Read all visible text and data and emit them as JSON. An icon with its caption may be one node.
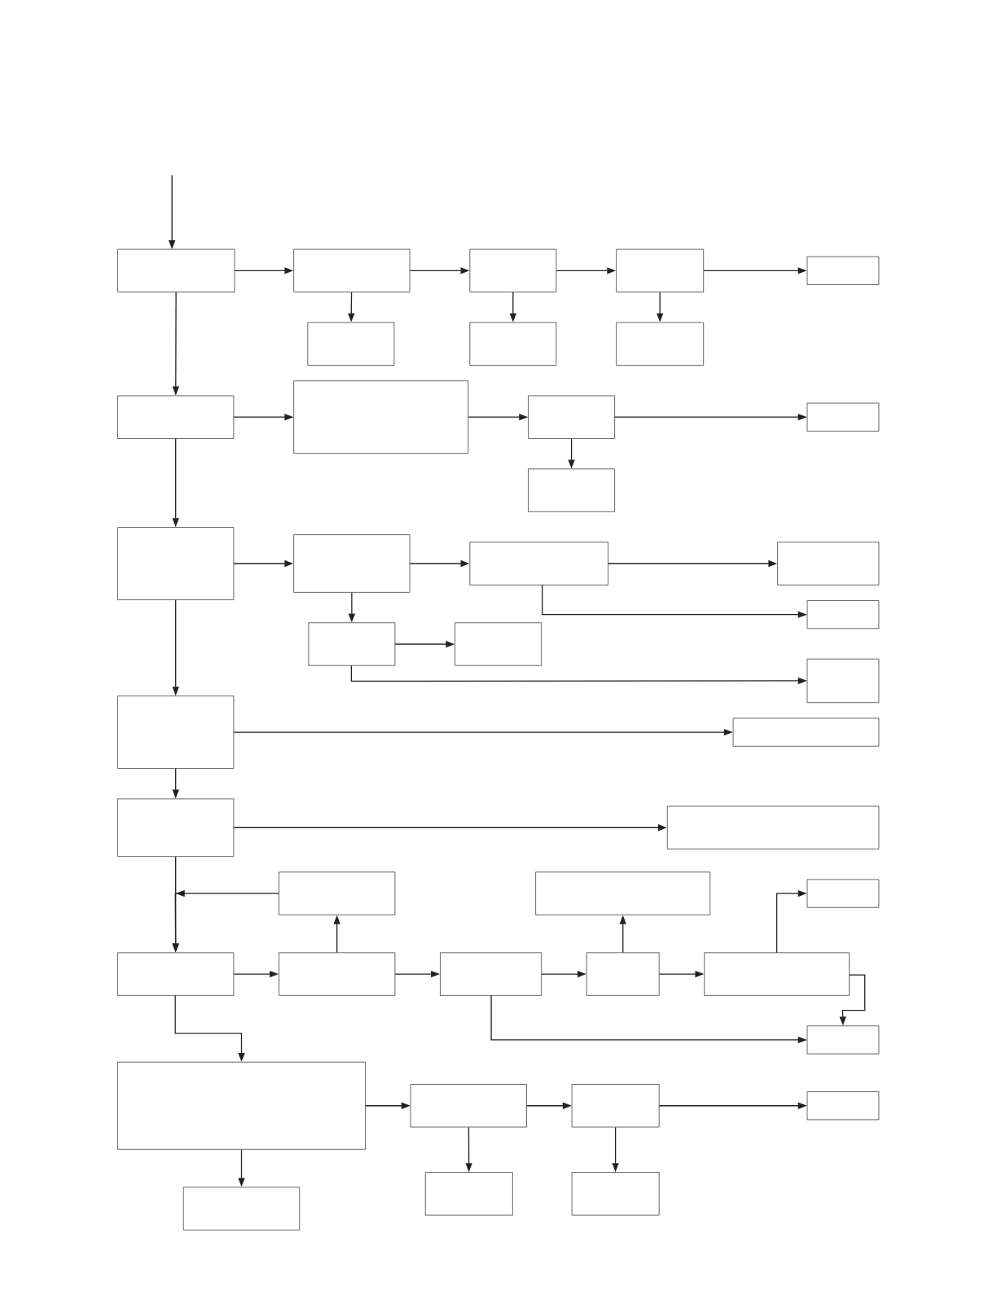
{
  "diagram": {
    "nodes": [
      {
        "text": [],
        "shape": "box"
      },
      {
        "text": [],
        "shape": "box"
      },
      {
        "text": [],
        "shape": "box"
      },
      {
        "text": [],
        "shape": "box"
      },
      {
        "text": [],
        "shape": "box"
      },
      {
        "text": [],
        "shape": "box"
      },
      {
        "text": [],
        "shape": "box"
      },
      {
        "text": [],
        "shape": "box"
      },
      {
        "text": [],
        "shape": "box"
      },
      {
        "text": [],
        "shape": "box"
      },
      {
        "text": [],
        "shape": "box"
      },
      {
        "text": [],
        "shape": "box"
      },
      {
        "text": [],
        "shape": "box"
      },
      {
        "text": [],
        "shape": "box"
      },
      {
        "text": [],
        "shape": "box"
      },
      {
        "text": [],
        "shape": "box"
      },
      {
        "text": [],
        "shape": "box"
      },
      {
        "text": [],
        "shape": "box"
      },
      {
        "text": [],
        "shape": "box"
      },
      {
        "text": [],
        "shape": "box"
      },
      {
        "text": [],
        "shape": "box"
      },
      {
        "text": [],
        "shape": "box"
      },
      {
        "text": [],
        "shape": "box"
      },
      {
        "text": [],
        "shape": "box"
      },
      {
        "text": [],
        "shape": "box"
      },
      {
        "text": [],
        "shape": "box"
      },
      {
        "text": [],
        "shape": "box"
      },
      {
        "text": [],
        "shape": "box"
      },
      {
        "text": [],
        "shape": "box"
      },
      {
        "text": [],
        "shape": "box"
      },
      {
        "text": [],
        "shape": "box"
      },
      {
        "text": [],
        "shape": "box"
      },
      {
        "text": [],
        "shape": "box"
      },
      {
        "text": [],
        "shape": "box"
      },
      {
        "text": [],
        "shape": "box"
      },
      {
        "text": [],
        "shape": "box"
      },
      {
        "text": [],
        "shape": "box"
      },
      {
        "text": [],
        "shape": "box"
      },
      {
        "text": [],
        "shape": "box"
      },
      {
        "text": [],
        "shape": "box"
      },
      {
        "text": [],
        "shape": "box"
      }
    ],
    "edges": [
      {
        "from": null,
        "to": 0,
        "arrow": "to"
      },
      {
        "from": 0,
        "to": 1,
        "arrow": "to"
      },
      {
        "from": 1,
        "to": 2,
        "arrow": "to"
      },
      {
        "from": 2,
        "to": 3,
        "arrow": "to"
      },
      {
        "from": 3,
        "to": 4,
        "arrow": "to"
      },
      {
        "from": 1,
        "to": 5,
        "arrow": "to"
      },
      {
        "from": 2,
        "to": 6,
        "arrow": "to"
      },
      {
        "from": 3,
        "to": 7,
        "arrow": "to"
      },
      {
        "from": 0,
        "to": 8,
        "arrow": "to"
      },
      {
        "from": 8,
        "to": 9,
        "arrow": "to"
      },
      {
        "from": 9,
        "to": 10,
        "arrow": "to"
      },
      {
        "from": 10,
        "to": 11,
        "arrow": "to"
      },
      {
        "from": 10,
        "to": 12,
        "arrow": "to"
      },
      {
        "from": 8,
        "to": 13,
        "arrow": "to"
      },
      {
        "from": 13,
        "to": 14,
        "arrow": "to"
      },
      {
        "from": 14,
        "to": 15,
        "arrow": "to"
      },
      {
        "from": 15,
        "to": 16,
        "arrow": "to"
      },
      {
        "from": 15,
        "to": 17,
        "arrow": "to"
      },
      {
        "from": 14,
        "to": 18,
        "arrow": "to"
      },
      {
        "from": 18,
        "to": 19,
        "arrow": "to"
      },
      {
        "from": 18,
        "to": 20,
        "arrow": "to"
      },
      {
        "from": 13,
        "to": 21,
        "arrow": "to"
      },
      {
        "from": 21,
        "to": 22,
        "arrow": "to"
      },
      {
        "from": 21,
        "to": 23,
        "arrow": "to"
      },
      {
        "from": 23,
        "to": 24,
        "arrow": "to"
      },
      {
        "from": 23,
        "to": 28,
        "arrow": "to"
      },
      {
        "from": 25,
        "to": 28,
        "arrow": "to"
      },
      {
        "from": 28,
        "to": 29,
        "arrow": "to"
      },
      {
        "from": 29,
        "to": 25,
        "arrow": "to"
      },
      {
        "from": 29,
        "to": 30,
        "arrow": "to"
      },
      {
        "from": 30,
        "to": 31,
        "arrow": "to"
      },
      {
        "from": 31,
        "to": 26,
        "arrow": "to"
      },
      {
        "from": 31,
        "to": 32,
        "arrow": "to"
      },
      {
        "from": 32,
        "to": 27,
        "arrow": "to"
      },
      {
        "from": 32,
        "to": 33,
        "arrow": "to"
      },
      {
        "from": 30,
        "to": 33,
        "arrow": "to"
      },
      {
        "from": 28,
        "to": 34,
        "arrow": "to"
      },
      {
        "from": 34,
        "to": 35,
        "arrow": "to"
      },
      {
        "from": 35,
        "to": 36,
        "arrow": "to"
      },
      {
        "from": 36,
        "to": 37,
        "arrow": "to"
      },
      {
        "from": 34,
        "to": 38,
        "arrow": "to"
      },
      {
        "from": 35,
        "to": 39,
        "arrow": "to"
      },
      {
        "from": 36,
        "to": 40,
        "arrow": "to"
      }
    ]
  }
}
